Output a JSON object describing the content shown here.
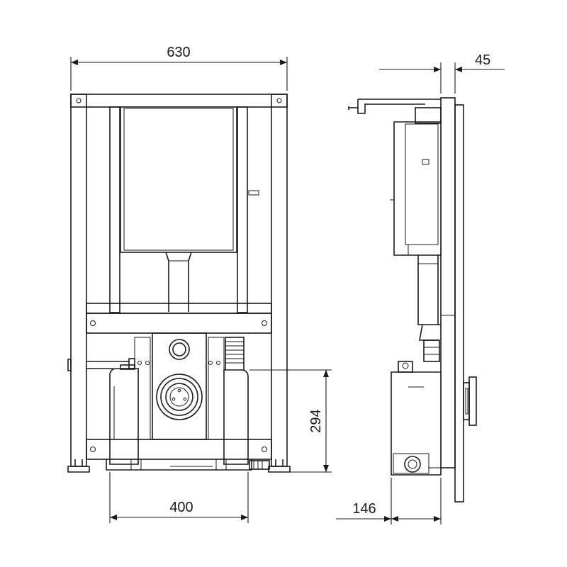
{
  "dimensions": {
    "overall_width": "630",
    "side_depth": "45",
    "connection_height": "294",
    "pump_width": "400",
    "pump_depth": "146"
  }
}
